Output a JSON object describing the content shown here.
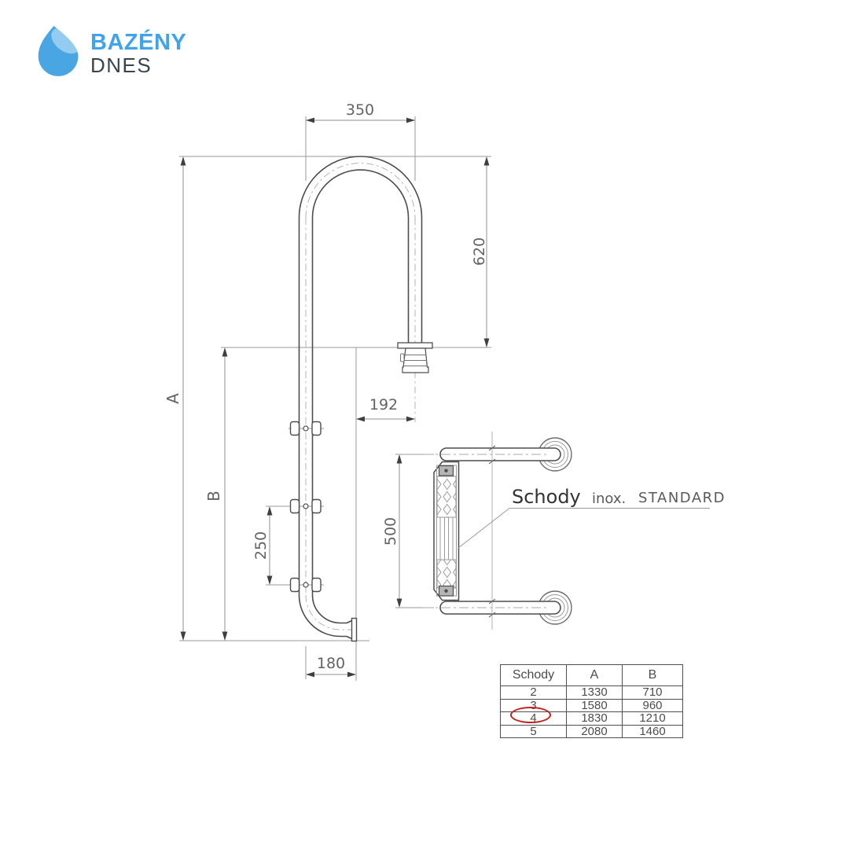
{
  "logo": {
    "brand": "BAZÉNY",
    "subtitle": "DNES"
  },
  "drawing": {
    "dims": {
      "top_width": "350",
      "right_drop": "620",
      "anchor_offset": "192",
      "overall_length": "A",
      "lower_length": "B",
      "step_spacing": "250",
      "foot_reach": "180",
      "step_width": "500"
    },
    "label": {
      "product": "Schody",
      "material": "inox.",
      "series": "STANDARD"
    }
  },
  "table": {
    "headers": [
      "Schody",
      "A",
      "B"
    ],
    "rows": [
      [
        "2",
        "1330",
        "710"
      ],
      [
        "3",
        "1580",
        "960"
      ],
      [
        "4",
        "1830",
        "1210"
      ],
      [
        "5",
        "2080",
        "1460"
      ]
    ],
    "highlighted_value": "4"
  },
  "colors": {
    "brand_blue": "#41a3ea",
    "brand_dark": "#39444c",
    "outline": "#4d4d4d",
    "thin_line": "#9a9a9a",
    "dim_text": "#636363",
    "highlight_red": "#c4201f"
  }
}
